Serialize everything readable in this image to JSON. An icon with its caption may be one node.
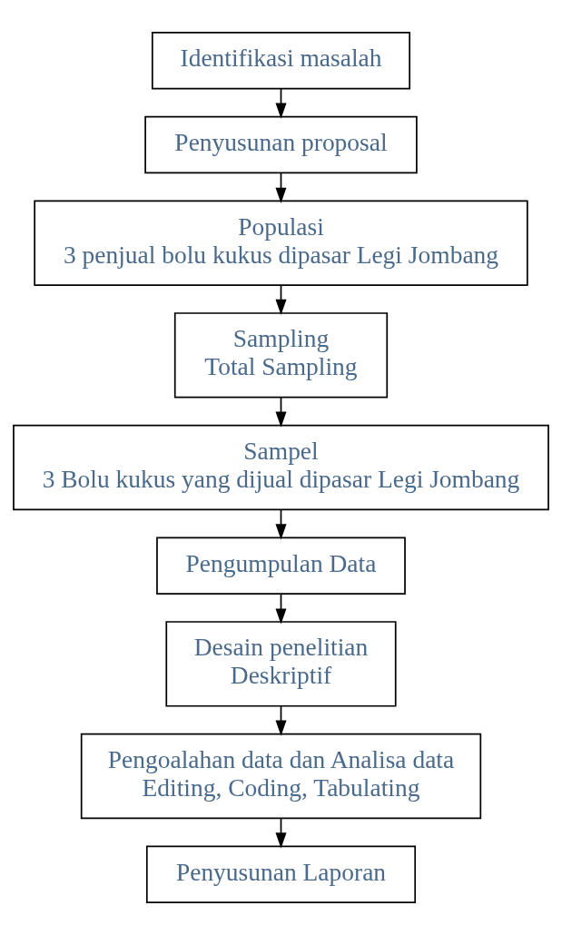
{
  "diagram": {
    "nodes": [
      {
        "text": [
          "Identifikasi masalah"
        ]
      },
      {
        "text": [
          "Penyusunan proposal"
        ]
      },
      {
        "text": [
          "Populasi",
          "3 penjual bolu kukus dipasar Legi Jombang"
        ]
      },
      {
        "text": [
          "Sampling",
          "Total Sampling"
        ]
      },
      {
        "text": [
          "Sampel",
          "3 Bolu kukus yang dijual dipasar Legi Jombang"
        ]
      },
      {
        "text": [
          "Pengumpulan Data"
        ]
      },
      {
        "text": [
          "Desain penelitian",
          "Deskriptif"
        ]
      },
      {
        "text": [
          "Pengoalahan data dan Analisa data",
          "Editing, Coding, Tabulating"
        ]
      },
      {
        "text": [
          "Penyusunan Laporan"
        ]
      }
    ],
    "edges": [
      {
        "from": 0,
        "to": 1,
        "arrow": "to"
      },
      {
        "from": 1,
        "to": 2,
        "arrow": "to"
      },
      {
        "from": 2,
        "to": 3,
        "arrow": "to"
      },
      {
        "from": 3,
        "to": 4,
        "arrow": "to"
      },
      {
        "from": 4,
        "to": 5,
        "arrow": "to"
      },
      {
        "from": 5,
        "to": 6,
        "arrow": "to"
      },
      {
        "from": 6,
        "to": 7,
        "arrow": "to"
      },
      {
        "from": 7,
        "to": 8,
        "arrow": "to"
      }
    ]
  }
}
